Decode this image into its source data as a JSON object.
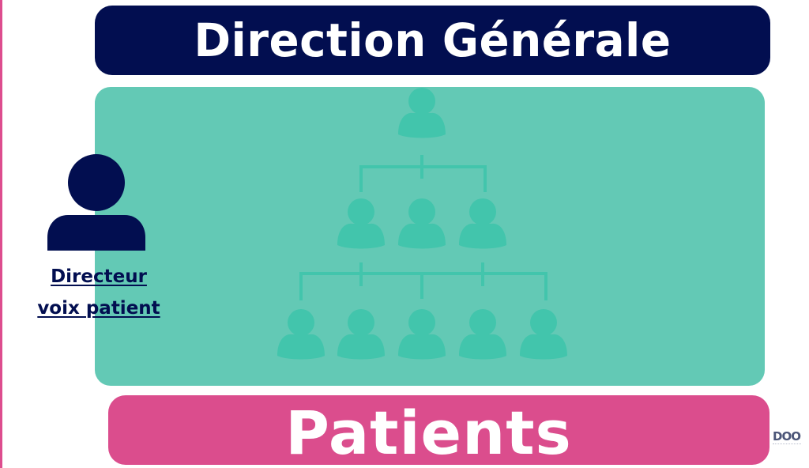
{
  "slide": {
    "colors": {
      "navy": "#020e50",
      "teal_panel": "#63c9b5",
      "teal_icon": "#42c5ac",
      "pink": "#db4d8d",
      "logo_gray": "#4b5578"
    },
    "header": {
      "title": "Direction Générale"
    },
    "org_chart": {
      "icon": "org-chart-people-icon",
      "levels": [
        {
          "level": 1,
          "people": 1
        },
        {
          "level": 2,
          "people": 3
        },
        {
          "level": 3,
          "people": 5
        }
      ]
    },
    "director": {
      "icon": "person-icon",
      "label_line1": "Directeur",
      "label_line2": "voix patient"
    },
    "footer": {
      "title": "Patients"
    },
    "logo": {
      "text": "DOO"
    }
  }
}
